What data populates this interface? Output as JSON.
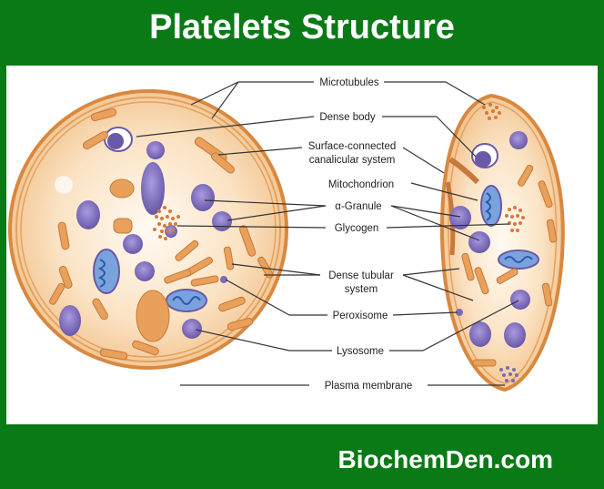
{
  "title": "Platelets Structure",
  "footer": "BiochemDen.com",
  "labels": {
    "microtubules": "Microtubules",
    "dense_body": "Dense body",
    "surface_connected_1": "Surface-connected",
    "surface_connected_2": "canalicular system",
    "mitochondrion": "Mitochondrion",
    "alpha_granule": "α-Granule",
    "glycogen": "Glycogen",
    "dense_tubular_1": "Dense tubular",
    "dense_tubular_2": "system",
    "peroxisome": "Peroxisome",
    "lysosome": "Lysosome",
    "plasma_membrane": "Plasma membrane"
  },
  "colors": {
    "background": "#0a7a16",
    "cell_fill": "#f6d3a6",
    "cell_border": "#d98840",
    "granule": "#7b6cb8",
    "organelle": "#e49a52"
  }
}
